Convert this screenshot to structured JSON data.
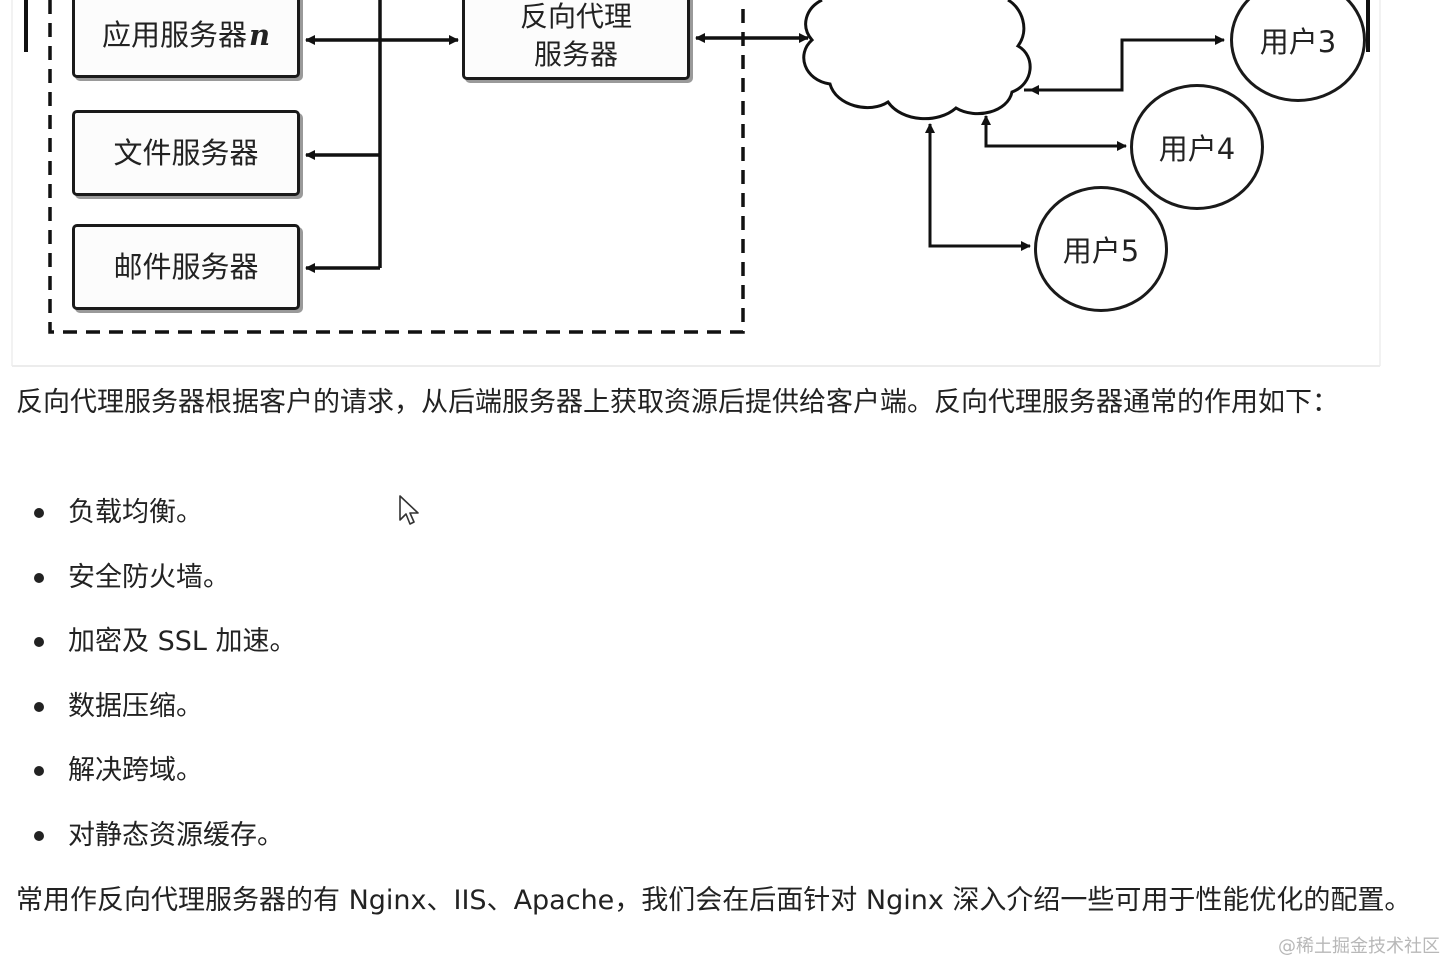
{
  "diagram": {
    "servers": {
      "app_server_n": "应用服务器",
      "app_server_n_var": "n",
      "file_server": "文件服务器",
      "mail_server": "邮件服务器"
    },
    "proxy": {
      "line1": "反向代理",
      "line2": "服务器"
    },
    "users": [
      "用户3",
      "用户4",
      "用户5"
    ]
  },
  "content": {
    "intro": "反向代理服务器根据客户的请求，从后端服务器上获取资源后提供给客户端。反向代理服务器通常的作用如下：",
    "bullets": [
      "负载均衡。",
      "安全防火墙。",
      "加密及 SSL 加速。",
      "数据压缩。",
      "解决跨域。",
      "对静态资源缓存。"
    ],
    "outro": "常用作反向代理服务器的有 Nginx、IIS、Apache，我们会在后面针对 Nginx 深入介绍一些可用于性能优化的配置。"
  },
  "watermark": "@稀土掘金技术社区"
}
